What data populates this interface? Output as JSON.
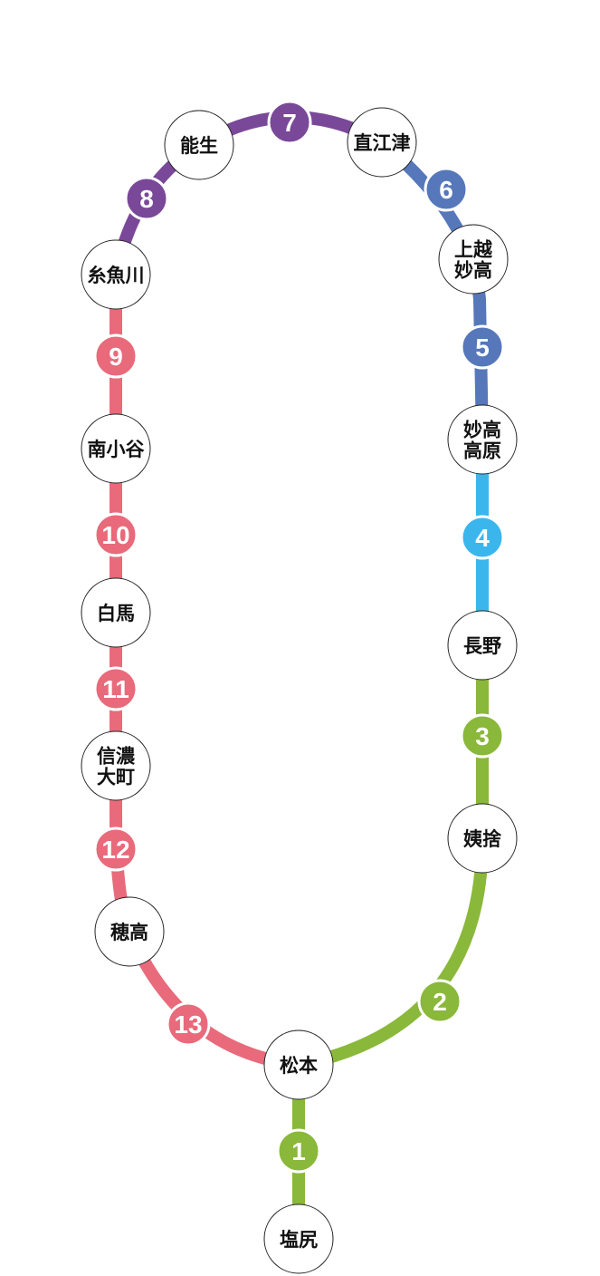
{
  "colors": {
    "green": "#8ab83a",
    "light_blue": "#3bb6ec",
    "blue": "#5677ba",
    "purple": "#7a4898",
    "pink": "#e86a7b"
  },
  "stations": [
    {
      "id": "shiojiri",
      "lines": [
        "塩尻"
      ]
    },
    {
      "id": "matsumoto",
      "lines": [
        "松本"
      ]
    },
    {
      "id": "obasute",
      "lines": [
        "姨捨"
      ]
    },
    {
      "id": "nagano",
      "lines": [
        "長野"
      ]
    },
    {
      "id": "myoko-kogen",
      "lines": [
        "妙高",
        "高原"
      ]
    },
    {
      "id": "joetsu-myoko",
      "lines": [
        "上越",
        "妙高"
      ]
    },
    {
      "id": "naoetsu",
      "lines": [
        "直江津"
      ]
    },
    {
      "id": "nou",
      "lines": [
        "能生"
      ]
    },
    {
      "id": "itoigawa",
      "lines": [
        "糸魚川"
      ]
    },
    {
      "id": "minami-otari",
      "lines": [
        "南小谷"
      ]
    },
    {
      "id": "hakuba",
      "lines": [
        "白馬"
      ]
    },
    {
      "id": "shinano-omachi",
      "lines": [
        "信濃",
        "大町"
      ]
    },
    {
      "id": "hotaka",
      "lines": [
        "穂高"
      ]
    }
  ],
  "segments": [
    {
      "label": "1",
      "color": "green"
    },
    {
      "label": "2",
      "color": "green"
    },
    {
      "label": "3",
      "color": "green"
    },
    {
      "label": "4",
      "color": "light_blue"
    },
    {
      "label": "5",
      "color": "blue"
    },
    {
      "label": "6",
      "color": "blue"
    },
    {
      "label": "7",
      "color": "purple"
    },
    {
      "label": "8",
      "color": "purple"
    },
    {
      "label": "9",
      "color": "pink"
    },
    {
      "label": "10",
      "color": "pink"
    },
    {
      "label": "11",
      "color": "pink"
    },
    {
      "label": "12",
      "color": "pink"
    },
    {
      "label": "13",
      "color": "pink"
    }
  ]
}
